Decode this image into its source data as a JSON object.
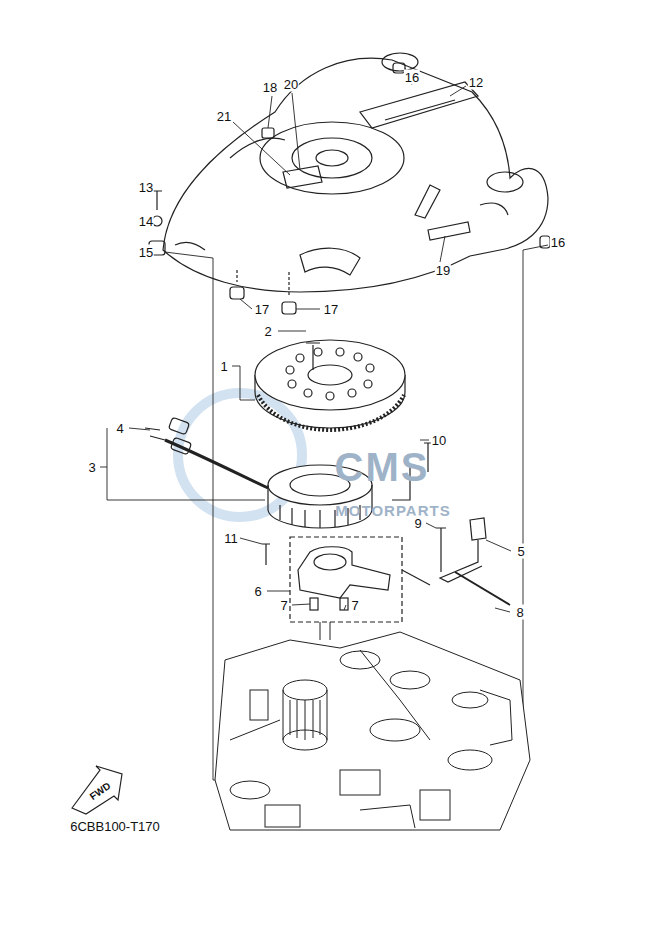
{
  "diagram": {
    "labels": [
      "16",
      "12",
      "20",
      "18",
      "21",
      "13",
      "14",
      "15",
      "16",
      "19",
      "17",
      "17",
      "2",
      "1",
      "4",
      "10",
      "3",
      "CMS",
      "MOTORPARTS",
      "9",
      "11",
      "5",
      "6",
      "7",
      "7",
      "8",
      "FWD",
      "6CBB100-T170"
    ]
  }
}
